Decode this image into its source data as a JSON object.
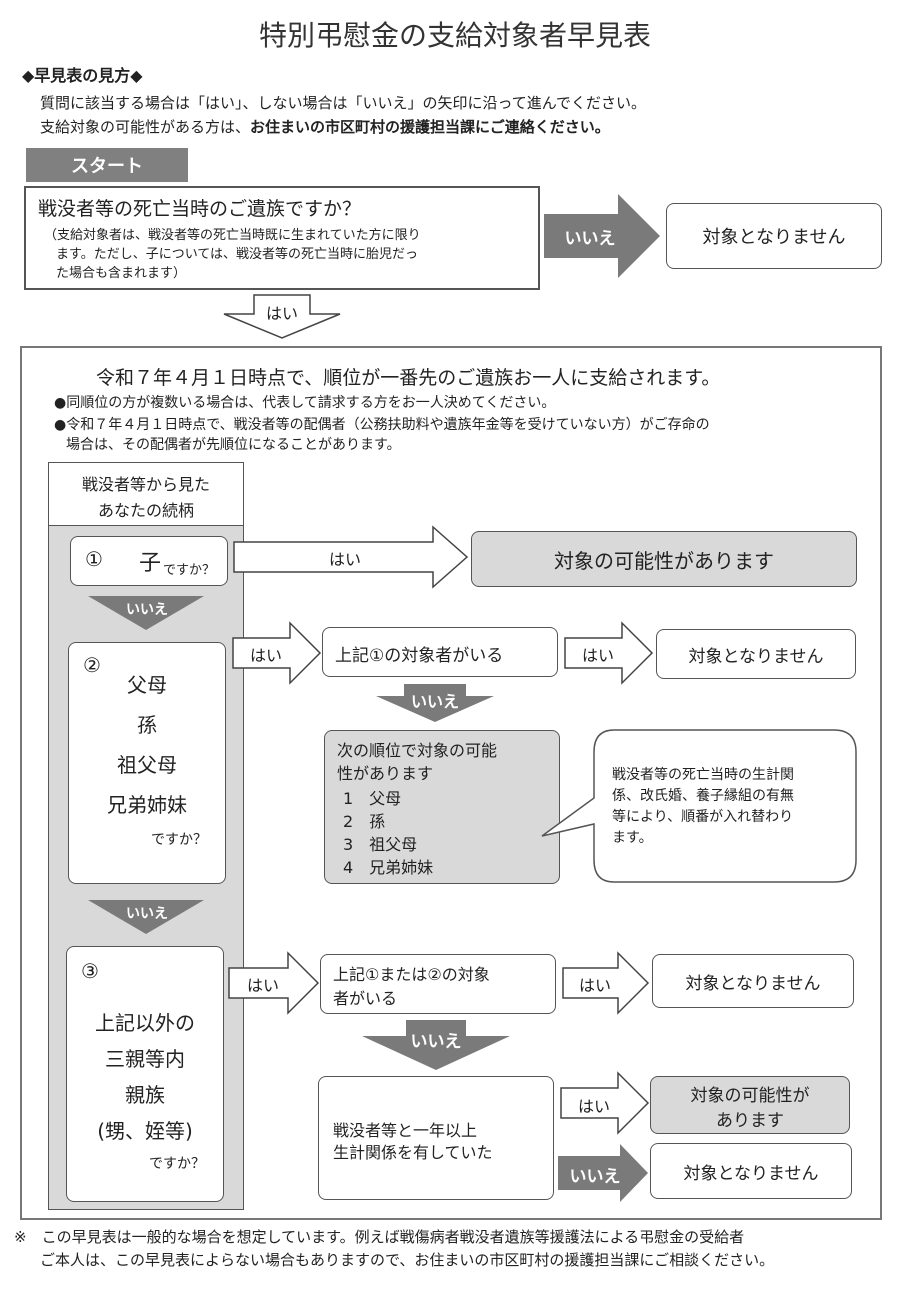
{
  "title": "特別弔慰金の支給対象者早見表",
  "howto": {
    "heading": "◆早見表の見方◆",
    "line1": "質問に該当する場合は「はい」、しない場合は「いいえ」の矢印に沿って進んでください。",
    "line2_plain": "支給対象の可能性がある方は、",
    "line2_bold": "お住まいの市区町村の援護担当課にご連絡ください。"
  },
  "start_label": "スタート",
  "q1": {
    "question": "戦没者等の死亡当時のご遺族ですか？",
    "note1": "（支給対象者は、戦没者等の死亡当時既に生まれていた方に限り",
    "note2": "ます。ただし、子については、戦没者等の死亡当時に胎児だっ",
    "note3": "た場合も含まれます）",
    "no_label": "いいえ",
    "no_result": "対象となりません",
    "yes_label": "はい"
  },
  "main": {
    "headline": "令和７年４月１日時点で、順位が一番先のご遺族お一人に支給されます。",
    "bullet1": "●同順位の方が複数いる場合は、代表して請求する方をお一人決めてください。",
    "bullet2a": "●令和７年４月１日時点で、戦没者等の配偶者（公務扶助料や遺族年金等を受けていない方）がご存命の",
    "bullet2b": "場合は、その配偶者が先順位になることがあります。"
  },
  "relation": {
    "header1": "戦没者等から見た",
    "header2": "あなたの続柄"
  },
  "r1": {
    "num": "①",
    "name": "子",
    "suffix": "ですか？",
    "yes_label": "はい",
    "result": "対象の可能性があります",
    "no_label": "いいえ"
  },
  "r2": {
    "num": "②",
    "names": [
      "父母",
      "孫",
      "祖父母",
      "兄弟姉妹"
    ],
    "suffix": "ですか？",
    "yes_label": "はい",
    "check": "上記①の対象者がいる",
    "check_yes": "はい",
    "check_result": "対象となりません",
    "check_no": "いいえ",
    "order_line1": "次の順位で対象の可能",
    "order_line2": "性があります",
    "order_items": [
      "1　父母",
      "2　孫",
      "3　祖父母",
      "4　兄弟姉妹"
    ],
    "callout": [
      "戦没者等の死亡当時の生計関",
      "係、改氏婚、養子縁組の有無",
      "等により、順番が入れ替わり",
      "ます。"
    ],
    "no_label": "いいえ"
  },
  "r3": {
    "num": "③",
    "names": [
      "上記以外の",
      "三親等内",
      "親族",
      "(甥、姪等)"
    ],
    "suffix": "ですか？",
    "yes_label": "はい",
    "check1": "上記①または②の対象",
    "check2": "者がいる",
    "check_yes": "はい",
    "check_result": "対象となりません",
    "check_no": "いいえ",
    "cond1": "戦没者等と一年以上",
    "cond2": "生計関係を有していた",
    "cond_yes": "はい",
    "cond_yes_result1": "対象の可能性が",
    "cond_yes_result2": "あります",
    "cond_no": "いいえ",
    "cond_no_result": "対象となりません"
  },
  "footnote": {
    "line1": "※　この早見表は一般的な場合を想定しています。例えば戦傷病者戦没者遺族等援護法による弔慰金の受給者",
    "line2": "ご本人は、この早見表によらない場合もありますので、お住まいの市区町村の援護担当課にご相談ください。"
  },
  "colors": {
    "gray_fill": "#d9d9d9",
    "dark_arrow": "#7a7a7a",
    "border": "#555555"
  }
}
